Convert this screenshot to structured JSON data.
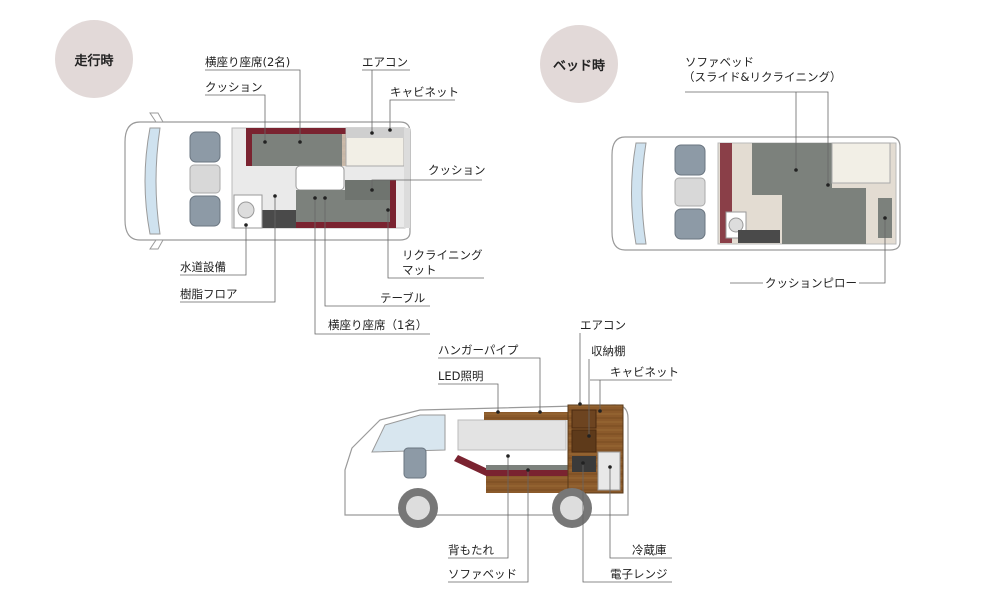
{
  "badges": {
    "driving": "走行時",
    "bed": "ベッド時"
  },
  "labels": {
    "driving_side_seat_2": "横座り座席(2名)",
    "driving_aircon": "エアコン",
    "driving_cushion_top": "クッション",
    "driving_cabinet": "キャビネット",
    "driving_cushion_right": "クッション",
    "driving_recline_mat_1": "リクライニング",
    "driving_recline_mat_2": "マット",
    "driving_water": "水道設備",
    "driving_floor": "樹脂フロア",
    "driving_table": "テーブル",
    "driving_side_seat_1": "横座り座席（1名）",
    "bed_sofabed_1": "ソファベッド",
    "bed_sofabed_2": "（スライド&リクライニング）",
    "bed_cushion_pillow": "クッションピロー",
    "side_aircon": "エアコン",
    "side_hanger_pipe": "ハンガーパイプ",
    "side_storage_shelf": "収納棚",
    "side_led": "LED照明",
    "side_cabinet": "キャビネット",
    "side_backrest": "背もたれ",
    "side_fridge": "冷蔵庫",
    "side_sofabed": "ソファベッド",
    "side_microwave": "電子レンジ"
  },
  "colors": {
    "badge_bg": "#e2d9d8",
    "seat_gray": "#8c918c",
    "seat_dark": "#6f746f",
    "maroon": "#7a2330",
    "wood": "#8b5a2b",
    "floor_gray": "#e8e8e8",
    "leader_line": "#666666"
  }
}
